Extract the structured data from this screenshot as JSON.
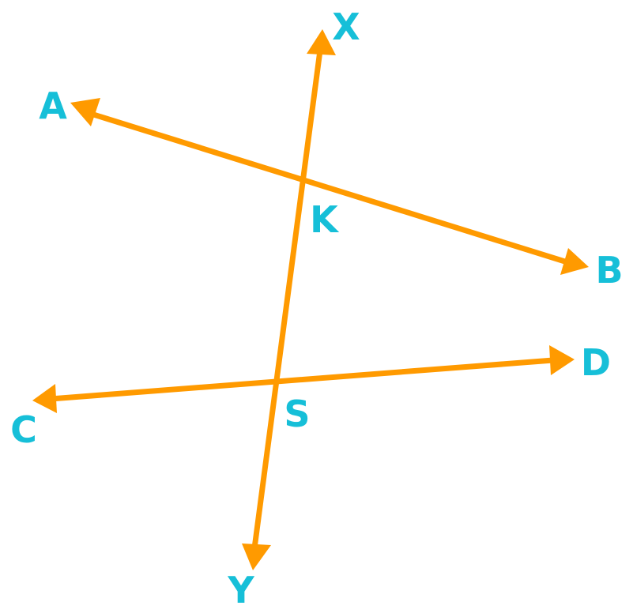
{
  "colors": {
    "line": "#FF9A00",
    "label": "#16BFD8",
    "background": "#FFFFFF"
  },
  "labels": {
    "x": "X",
    "y": "Y",
    "a": "A",
    "b": "B",
    "c": "C",
    "d": "D",
    "k": "K",
    "s": "S"
  }
}
